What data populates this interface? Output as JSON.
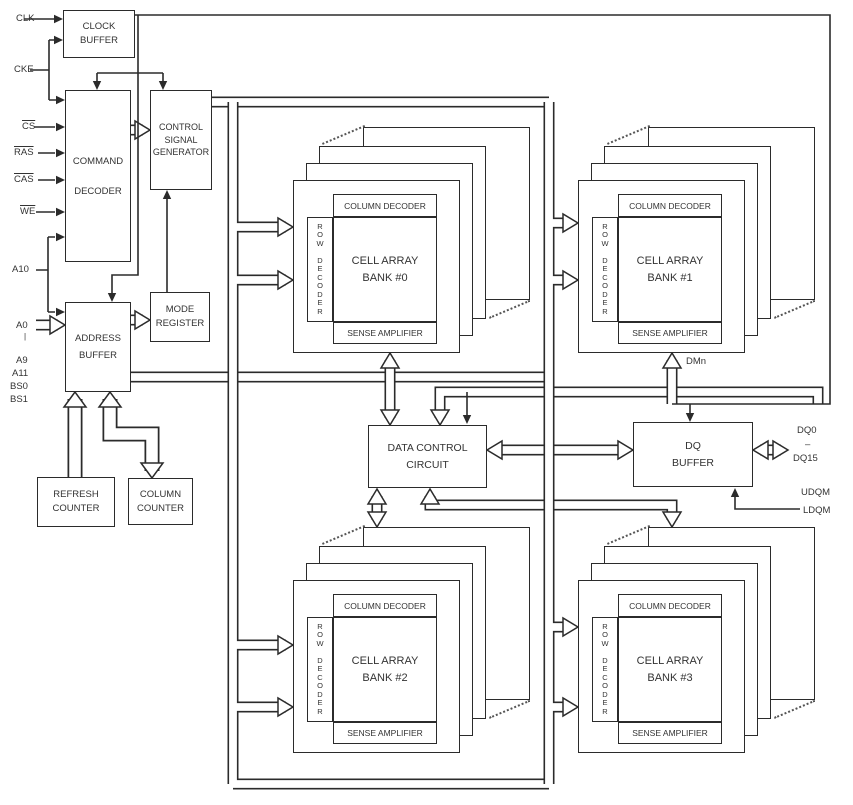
{
  "diagram": {
    "colors": {
      "line": "#2b2b2b",
      "text": "#333333",
      "background": "#ffffff"
    },
    "inputs": {
      "clk": "CLK",
      "cke": "CKE",
      "cs": "CS",
      "ras": "RAS",
      "cas": "CAS",
      "we": "WE",
      "a10": "A10",
      "a0": "A0",
      "range_bar": "|",
      "a9": "A9",
      "a11": "A11",
      "bs0": "BS0",
      "bs1": "BS1"
    },
    "blocks": {
      "clock_buffer": "CLOCK\nBUFFER",
      "command_decoder": "COMMAND\n\nDECODER",
      "control_signal_generator": "CONTROL\nSIGNAL\nGENERATOR",
      "mode_register": "MODE\nREGISTER",
      "address_buffer": "ADDRESS\nBUFFER",
      "refresh_counter": "REFRESH\nCOUNTER",
      "column_counter": "COLUMN\nCOUNTER",
      "data_control_circuit": "DATA CONTROL\nCIRCUIT",
      "dq_buffer": "DQ\nBUFFER"
    },
    "banks": [
      {
        "column_decoder": "COLUMN DECODER",
        "row_decoder": "R\nO\nW\n\nD\nE\nC\nO\nD\nE\nR",
        "cell": "CELL ARRAY\nBANK #0",
        "sense_amplifier": "SENSE AMPLIFIER"
      },
      {
        "column_decoder": "COLUMN DECODER",
        "row_decoder": "R\nO\nW\n\nD\nE\nC\nO\nD\nE\nR",
        "cell": "CELL ARRAY\nBANK #1",
        "sense_amplifier": "SENSE AMPLIFIER"
      },
      {
        "column_decoder": "COLUMN DECODER",
        "row_decoder": "R\nO\nW\n\nD\nE\nC\nO\nD\nE\nR",
        "cell": "CELL ARRAY\nBANK #2",
        "sense_amplifier": "SENSE AMPLIFIER"
      },
      {
        "column_decoder": "COLUMN DECODER",
        "row_decoder": "R\nO\nW\n\nD\nE\nC\nO\nD\nE\nR",
        "cell": "CELL ARRAY\nBANK #3",
        "sense_amplifier": "SENSE AMPLIFIER"
      }
    ],
    "outputs": {
      "dmn": "DMn",
      "dq0": "DQ0",
      "range_dash": "–",
      "dq15": "DQ15",
      "udqm": "UDQM",
      "ldqm": "LDQM"
    }
  }
}
